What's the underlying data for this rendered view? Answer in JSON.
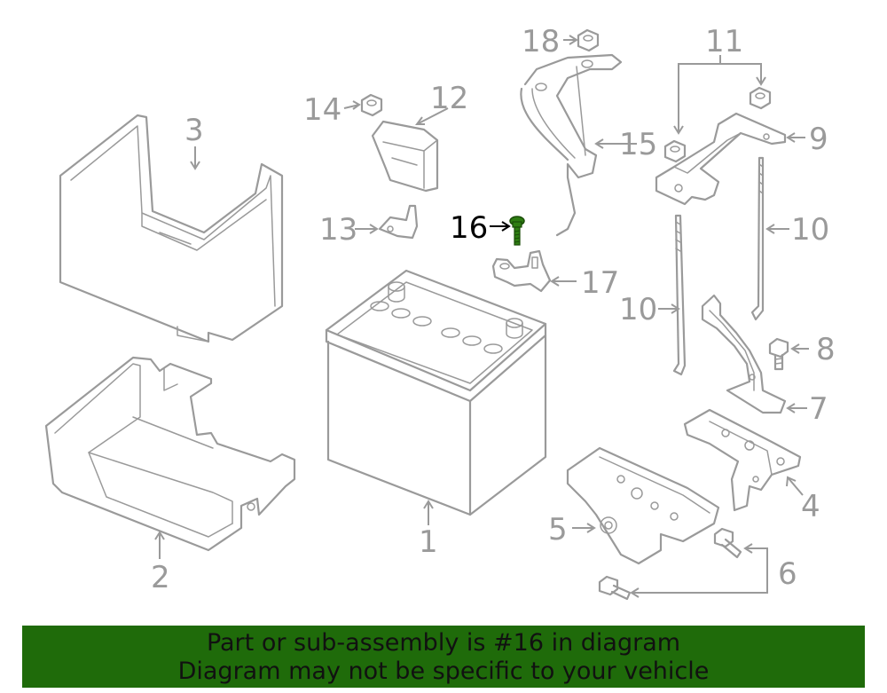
{
  "labels": {
    "l1": "1",
    "l2": "2",
    "l3": "3",
    "l4": "4",
    "l5": "5",
    "l6": "6",
    "l7": "7",
    "l8": "8",
    "l9": "9",
    "l10a": "10",
    "l10b": "10",
    "l11": "11",
    "l12": "12",
    "l13": "13",
    "l14": "14",
    "l15": "15",
    "l16": "16",
    "l17": "17",
    "l18": "18"
  },
  "highlight": {
    "part": "16",
    "color": "#2e7d12"
  },
  "banner": {
    "line1": "Part or sub-assembly is #16 in diagram",
    "line2": "Diagram may not be specific to your vehicle",
    "background": "#1f6b0a"
  }
}
